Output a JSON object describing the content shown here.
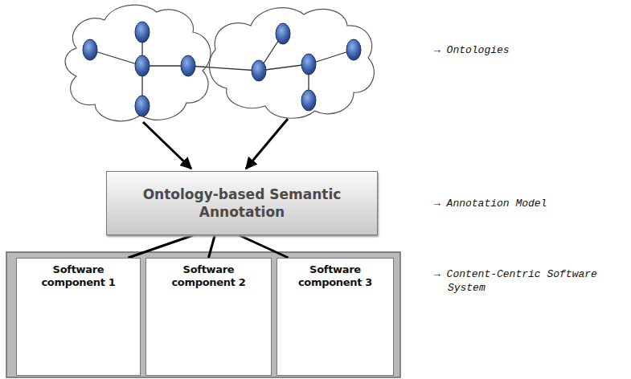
{
  "diagram": {
    "nodes": [
      {
        "text": [
          "Ontology-based Semantic Annotation"
        ]
      },
      {
        "text": [
          "Software component 1"
        ]
      },
      {
        "text": [
          "Software component 2"
        ]
      },
      {
        "text": [
          "Software component 3"
        ]
      }
    ],
    "edges": [
      {
        "from": 0,
        "to": 1,
        "arrow": "none"
      },
      {
        "from": 0,
        "to": 2,
        "arrow": "none"
      },
      {
        "from": 0,
        "to": 3,
        "arrow": "none"
      }
    ],
    "labels": [
      "→ Ontologies",
      "→ Annotation Model",
      "→ Content-Centric Software System"
    ]
  }
}
